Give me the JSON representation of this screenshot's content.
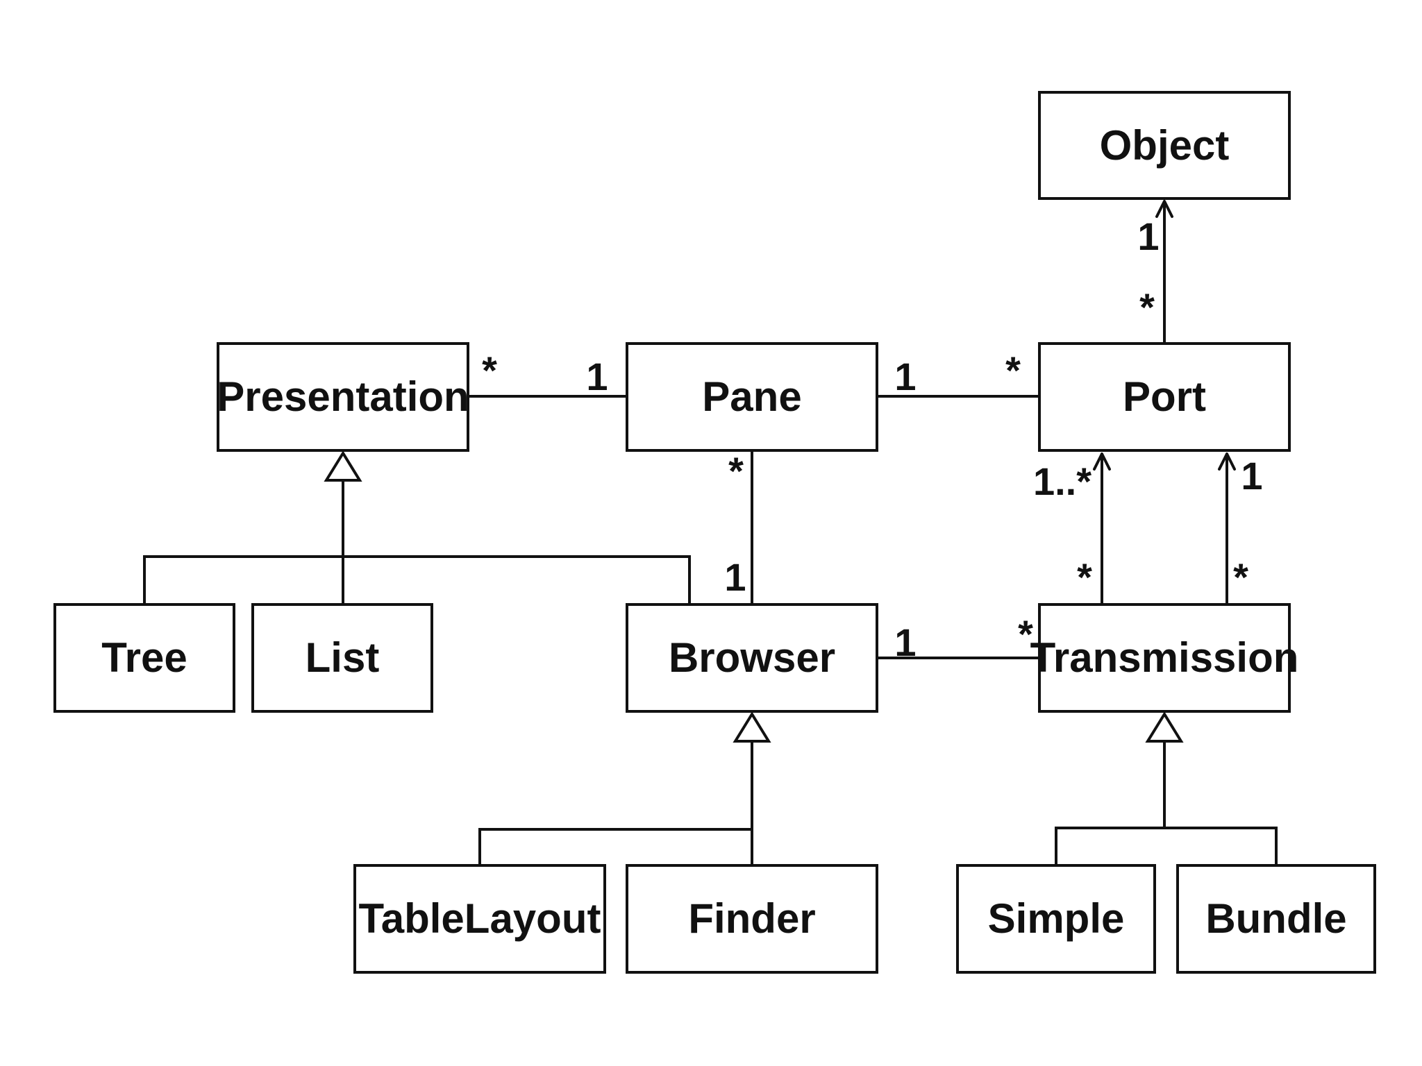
{
  "diagram": {
    "classes": {
      "object": "Object",
      "presentation": "Presentation",
      "pane": "Pane",
      "port": "Port",
      "tree": "Tree",
      "list": "List",
      "browser": "Browser",
      "transmission": "Transmission",
      "tablelayout": "TableLayout",
      "finder": "Finder",
      "simple": "Simple",
      "bundle": "Bundle"
    },
    "associations": {
      "presentation_pane": {
        "presentation_end": "*",
        "pane_end": "1"
      },
      "pane_port": {
        "pane_end": "1",
        "port_end": "*"
      },
      "port_object": {
        "object_end": "1",
        "port_end": "*"
      },
      "pane_browser": {
        "pane_end": "*",
        "browser_end": "1"
      },
      "browser_transmission": {
        "browser_end": "1",
        "transmission_end": "*"
      },
      "transmission_port_left": {
        "port_end": "1..*",
        "transmission_end": "*"
      },
      "transmission_port_right": {
        "port_end": "1",
        "transmission_end": "*"
      }
    },
    "generalizations": [
      {
        "parent": "Presentation",
        "children": [
          "Tree",
          "List",
          "Browser"
        ]
      },
      {
        "parent": "Browser",
        "children": [
          "TableLayout",
          "Finder"
        ]
      },
      {
        "parent": "Transmission",
        "children": [
          "Simple",
          "Bundle"
        ]
      }
    ]
  }
}
